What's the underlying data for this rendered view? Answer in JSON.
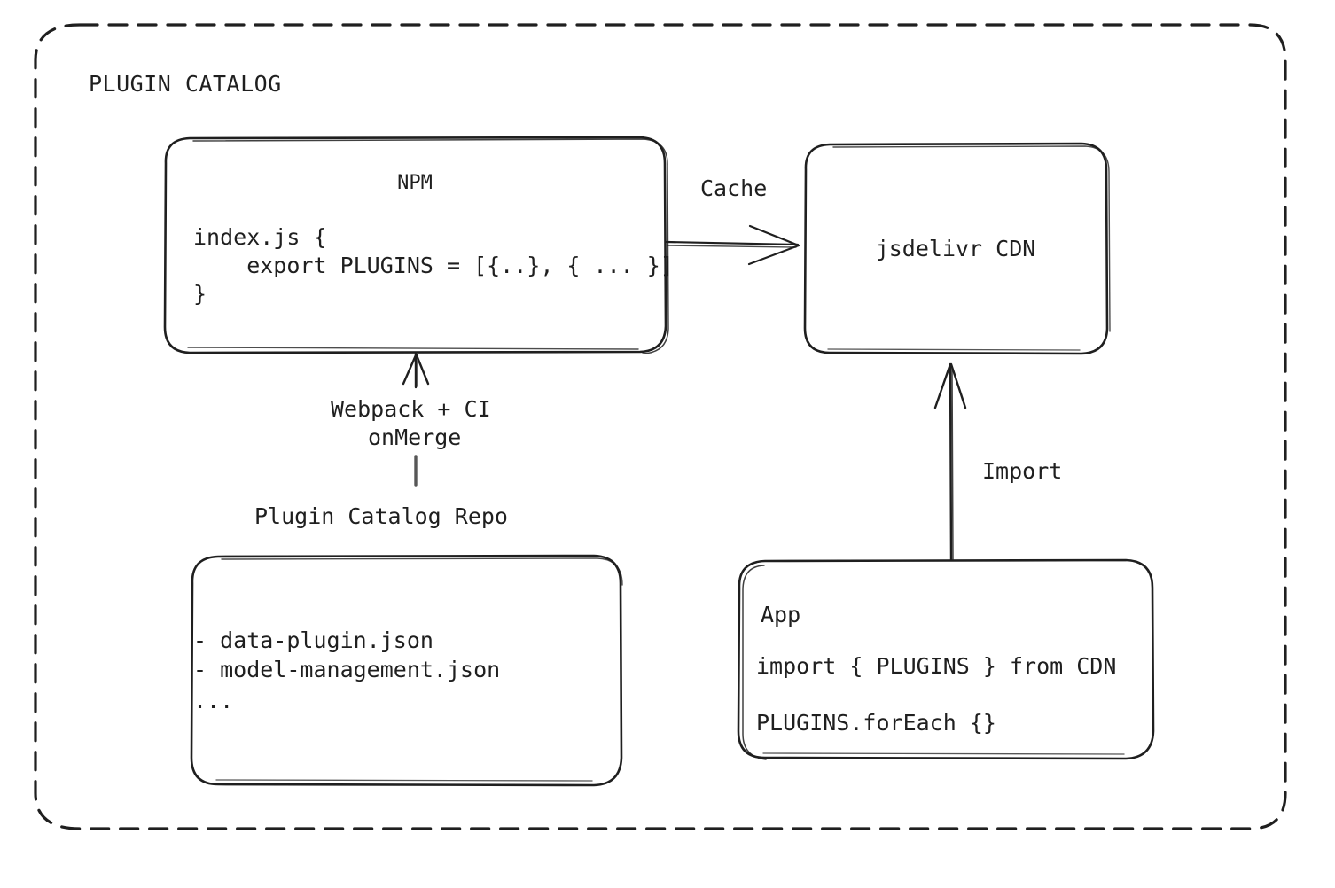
{
  "diagram": {
    "title": "PLUGIN CATALOG",
    "background_color": "#ffffff",
    "stroke_color": "#1f1f1f",
    "style": "hand-drawn-sketch"
  },
  "nodes": {
    "npm": {
      "title": "NPM",
      "code": [
        "index.js {",
        "    export PLUGINS = [{..}, { ... }]",
        "}"
      ]
    },
    "cdn": {
      "title": "jsdelivr CDN"
    },
    "repo": {
      "caption": "Plugin Catalog Repo",
      "files": [
        "- data-plugin.json",
        "- model-management.json",
        "..."
      ]
    },
    "app": {
      "title": "App",
      "code": [
        "import { PLUGINS } from CDN",
        "PLUGINS.forEach {}"
      ]
    }
  },
  "edges": {
    "npm_to_cdn": {
      "label": "Cache"
    },
    "app_to_cdn": {
      "label": "Import"
    },
    "repo_to_npm": {
      "label_line1": "Webpack + CI",
      "label_line2": "onMerge"
    }
  }
}
